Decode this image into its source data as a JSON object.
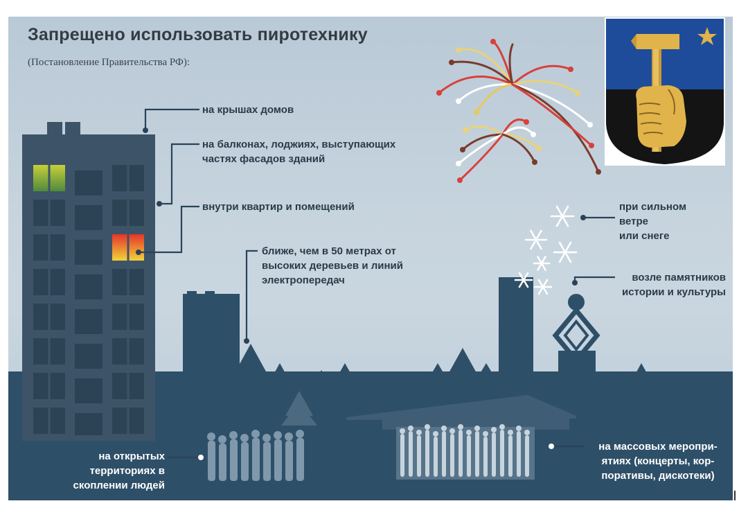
{
  "title": "Запрещено использовать пиротехнику",
  "subtitle": "(Постановление Правительства РФ):",
  "labels": {
    "roofs": "на крышах домов",
    "balconies_1": "на балконах, лоджиях, выступающих",
    "balconies_2": "частях фасадов зданий",
    "inside": "внутри квартир и помещений",
    "trees_1": "ближе, чем в 50 метрах от",
    "trees_2": "высоких деревьев и линий",
    "trees_3": "электропередач",
    "wind_1": "при сильном",
    "wind_2": "ветре",
    "wind_3": "или снеге",
    "monuments_1": "возле памятников",
    "monuments_2": "истории и культуры",
    "open_1": "на открытых",
    "open_2": "территориях в",
    "open_3": "скоплении людей",
    "events_1": "на массовых меропри-",
    "events_2": "ятиях (концерты, кор-",
    "events_3": "поративы, дискотеки)"
  },
  "icons": {
    "emblem": "coat-of-arms-hammer-fist-icon",
    "fireworks": "fireworks-icon",
    "snowflake": "snowflake-icon",
    "monument": "monument-icon"
  },
  "colors": {
    "background": "#c3d1dc",
    "silhouette": "#2d4e66",
    "building": "#3d5468",
    "window": "#2c4355",
    "window_green": "#8fa33a",
    "window_fire": "#e6452a",
    "label_text": "#2a3a48",
    "emblem_blue": "#1e4c9a",
    "emblem_black": "#141414",
    "emblem_gold": "#e0b44a"
  }
}
